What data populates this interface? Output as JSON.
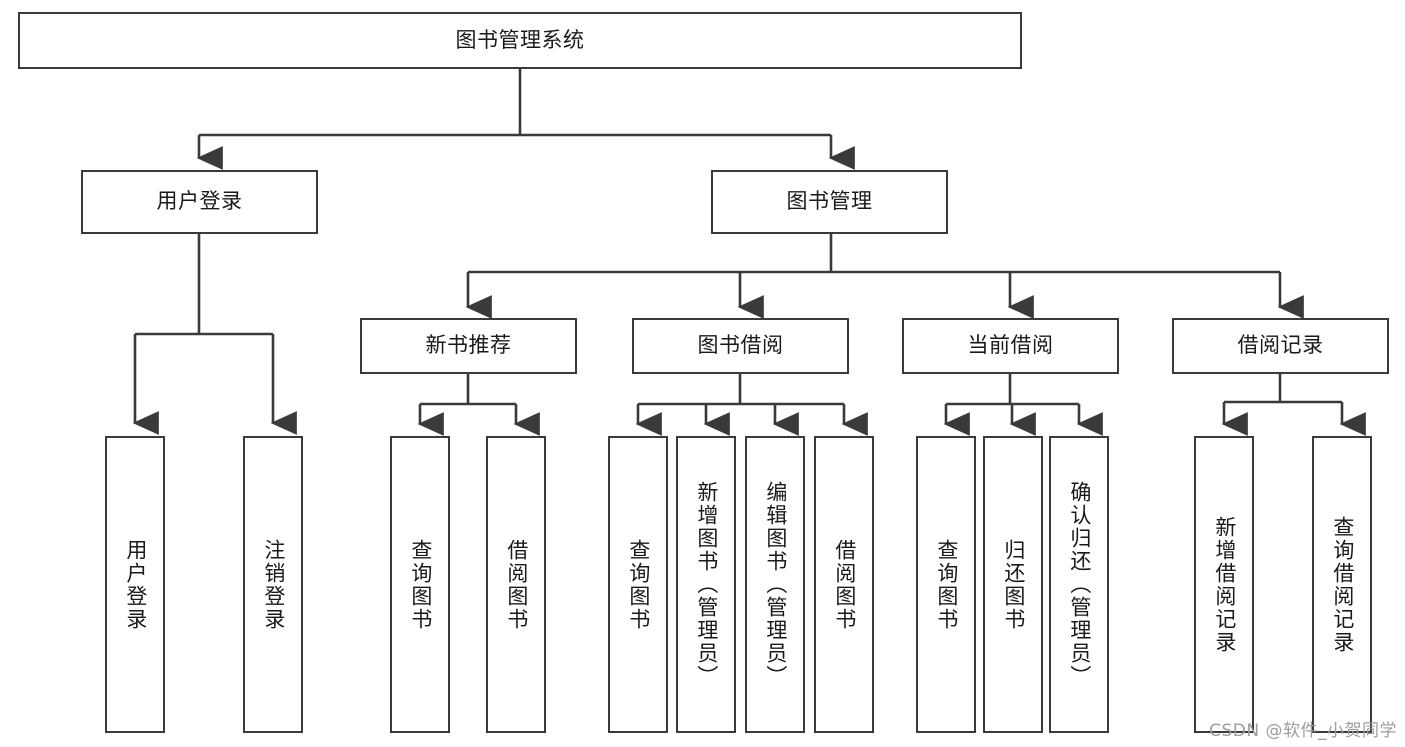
{
  "diagram": {
    "title": "图书管理系统",
    "type": "hierarchy-tree",
    "root": {
      "label": "图书管理系统"
    },
    "level1": [
      {
        "label": "用户登录"
      },
      {
        "label": "图书管理"
      }
    ],
    "level2": [
      {
        "label": "新书推荐"
      },
      {
        "label": "图书借阅"
      },
      {
        "label": "当前借阅"
      },
      {
        "label": "借阅记录"
      }
    ],
    "leaves": {
      "user_login": [
        {
          "label": "用户登录"
        },
        {
          "label": "注销登录"
        }
      ],
      "new_book_recommend": [
        {
          "label": "查询图书"
        },
        {
          "label": "借阅图书"
        }
      ],
      "book_borrow": [
        {
          "label": "查询图书"
        },
        {
          "label": "新增图书（管理员）"
        },
        {
          "label": "编辑图书（管理员）"
        },
        {
          "label": "借阅图书"
        }
      ],
      "current_borrow": [
        {
          "label": "查询图书"
        },
        {
          "label": "归还图书"
        },
        {
          "label": "确认归还（管理员）"
        }
      ],
      "borrow_record": [
        {
          "label": "新增借阅记录"
        },
        {
          "label": "查询借阅记录"
        }
      ]
    }
  },
  "watermark": {
    "text": "CSDN @软件_小贺同学"
  },
  "colors": {
    "stroke": "#3a3a3a",
    "text": "#1a1a1a",
    "background": "#ffffff",
    "watermark": "#9d9d9d"
  }
}
